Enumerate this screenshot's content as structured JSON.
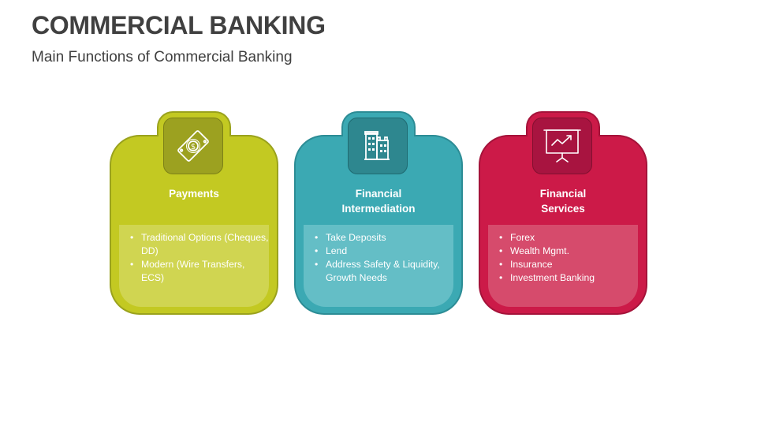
{
  "header": {
    "title": "COMMERCIAL BANKING",
    "subtitle": "Main Functions of Commercial Banking"
  },
  "cards": [
    {
      "title": "Payments",
      "icon": "money-bill-icon",
      "color": "#c3c922",
      "items": [
        "Traditional Options (Cheques, DD)",
        "Modern (Wire Transfers, ECS)"
      ]
    },
    {
      "title": "Financial Intermediation",
      "icon": "buildings-icon",
      "color": "#3ba9b3",
      "items": [
        "Take Deposits",
        "Lend",
        "Address Safety & Liquidity, Growth Needs"
      ]
    },
    {
      "title": "Financial Services",
      "icon": "presentation-chart-icon",
      "color": "#cc1a48",
      "items": [
        "Forex",
        "Wealth Mgmt.",
        "Insurance",
        "Investment Banking"
      ]
    }
  ]
}
